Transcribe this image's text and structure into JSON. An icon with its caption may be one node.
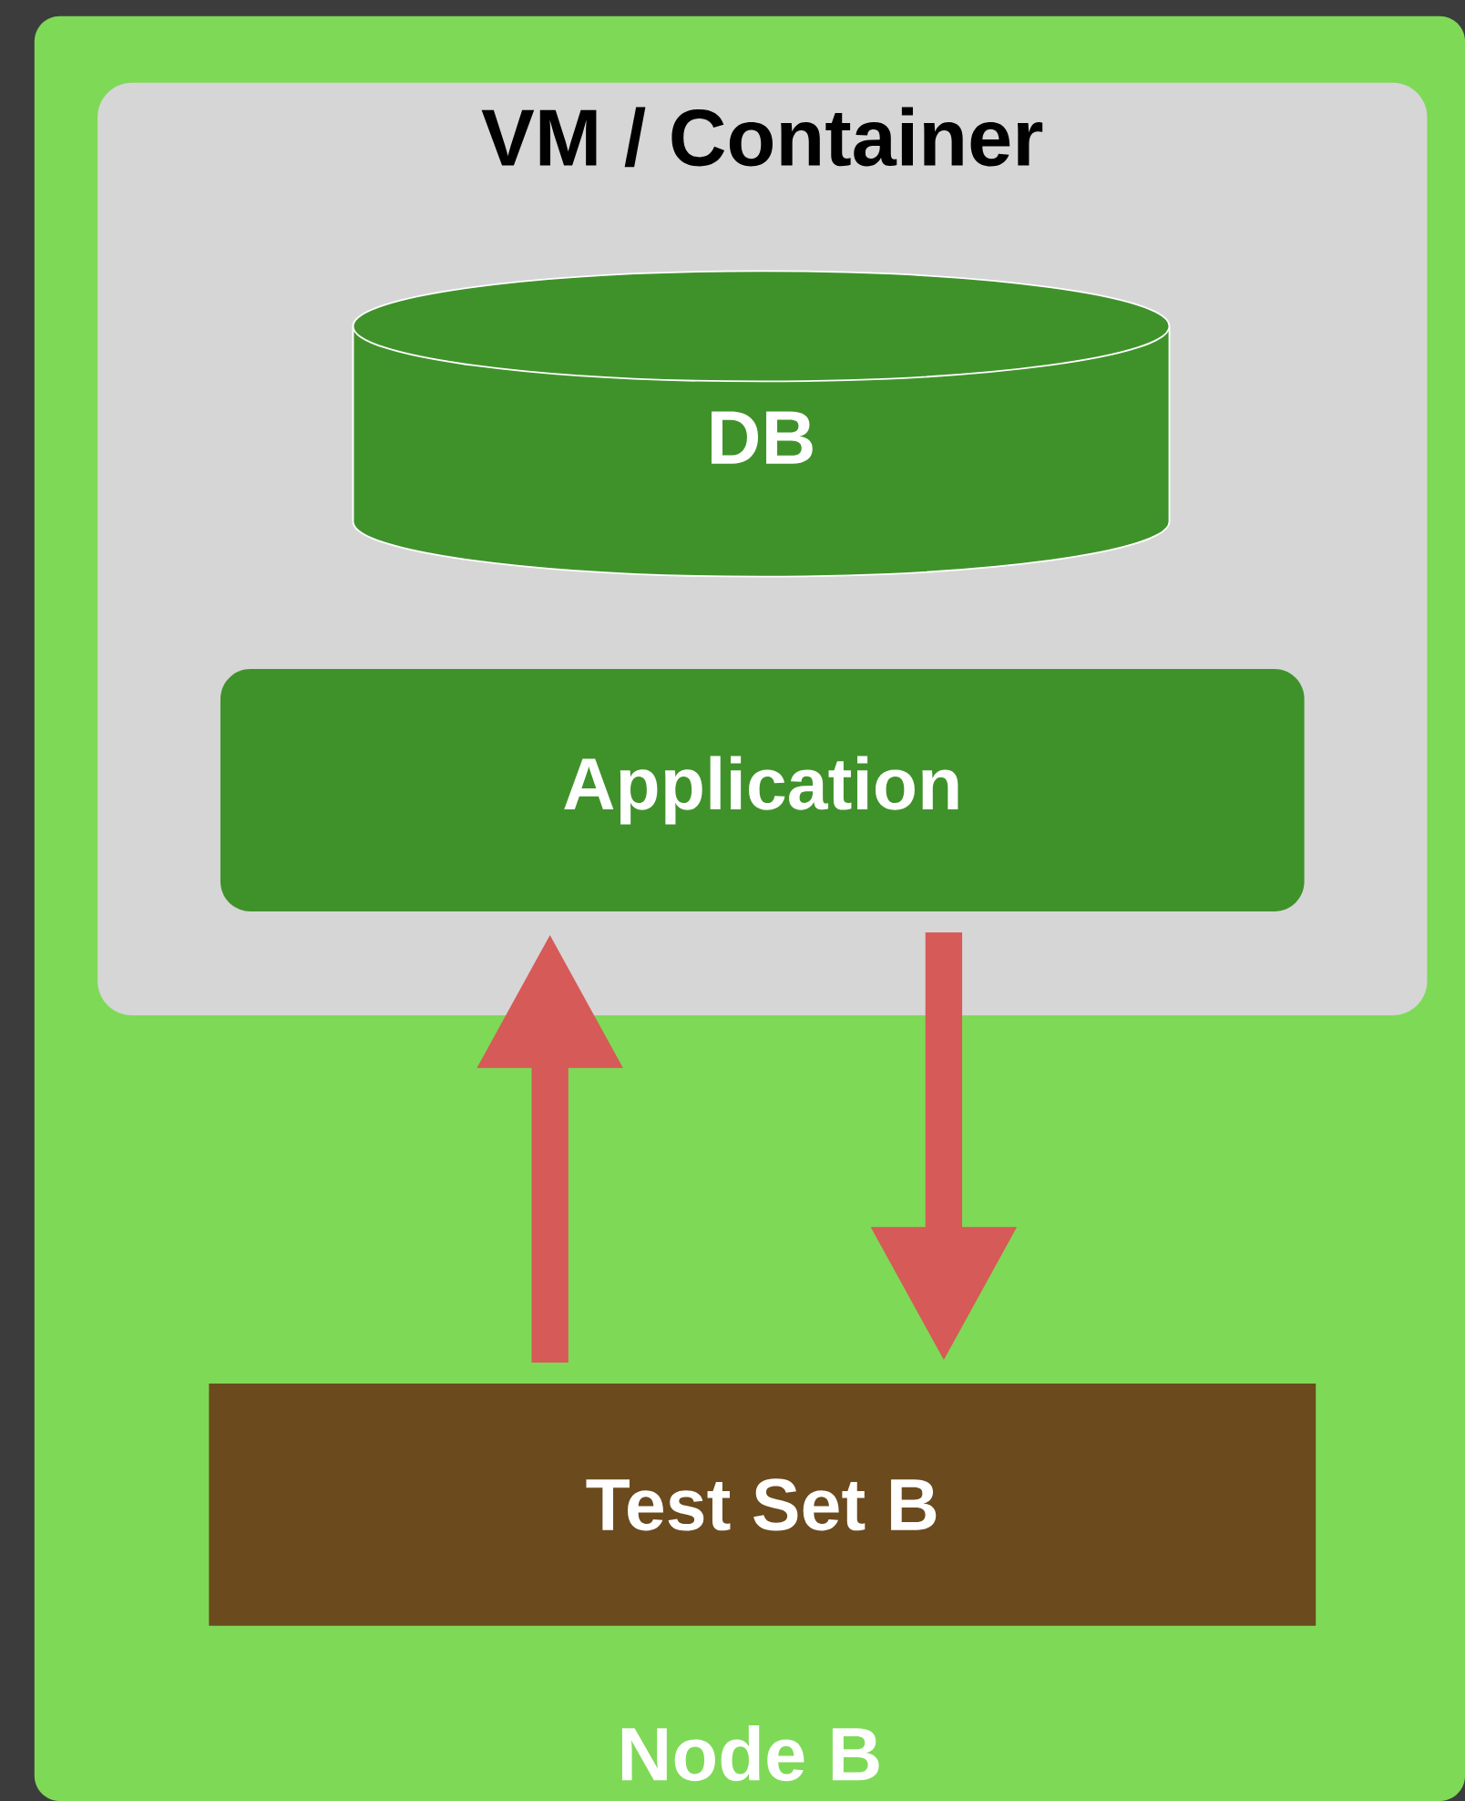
{
  "diagram": {
    "nodes": [
      {
        "text": [
          "Node B"
        ]
      },
      {
        "text": [
          "VM / Container"
        ],
        "in": 0
      },
      {
        "text": [
          "DB"
        ],
        "in": 1
      },
      {
        "text": [
          "Application"
        ],
        "in": 1
      },
      {
        "text": [
          "Test Set B"
        ],
        "in": 0
      }
    ],
    "edges": [
      {
        "from": 4,
        "to": 3,
        "arrow": "to"
      },
      {
        "from": 3,
        "to": 4,
        "arrow": "to"
      }
    ]
  }
}
